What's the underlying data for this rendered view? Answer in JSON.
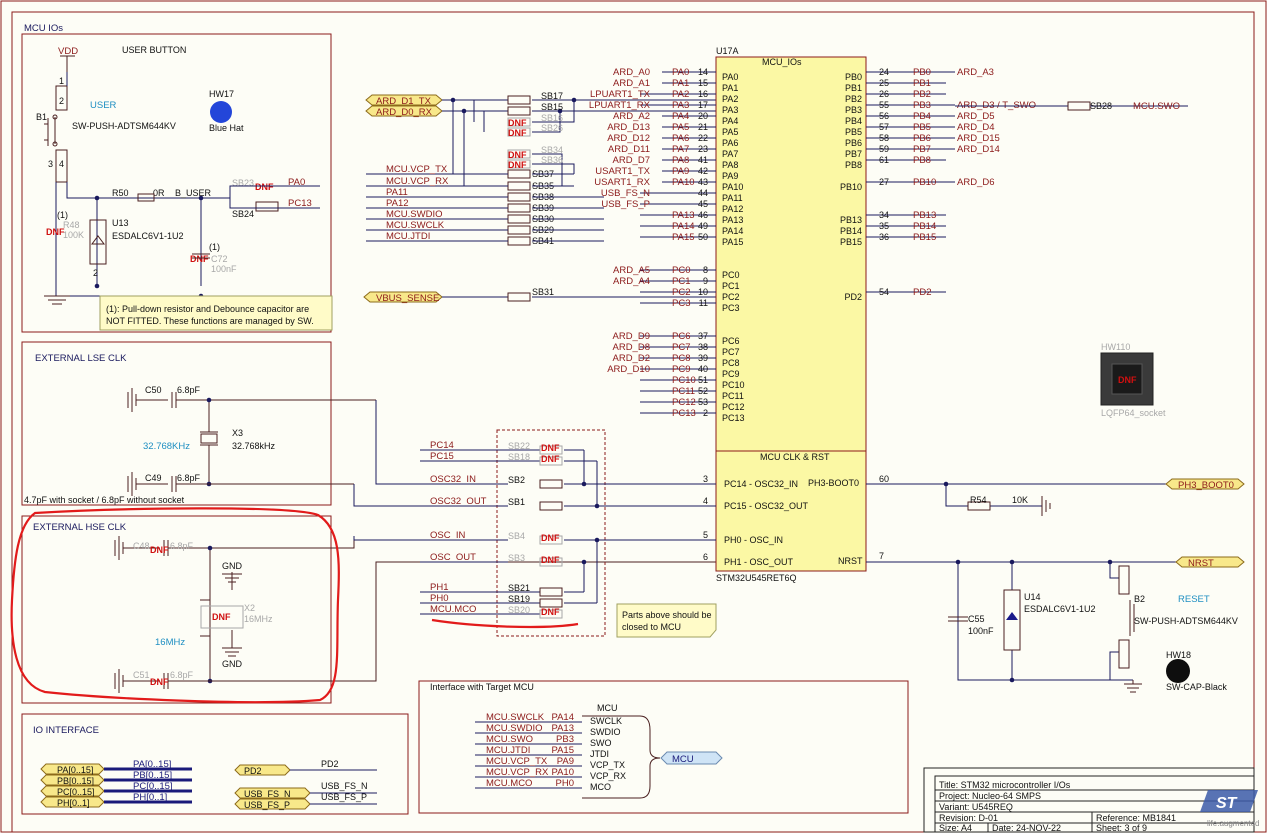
{
  "sheet_title": "MCU IOs",
  "user_button": {
    "title": "USER BUTTON",
    "vdd": "VDD",
    "user_label": "USER",
    "b1": "B1",
    "switch": "SW-PUSH-ADTSM644KV",
    "hw17": "HW17",
    "blue_hat": "Blue Hat",
    "r50": "R50",
    "r50_val": "0R",
    "b_user": "B_USER",
    "sb23": "SB23",
    "sb24": "SB24",
    "pa0": "PA0",
    "pc13": "PC13",
    "dnf": "DNF",
    "r48": "R48",
    "r48_val": "100K",
    "u13": "U13",
    "u13_part": "ESDALC6V1-1U2",
    "c72": "C72",
    "c72_val": "100nF",
    "note_mark": "(1)",
    "pin1": "1",
    "pin2": "2",
    "pin3": "3",
    "pin4": "4",
    "note": [
      "(1): Pull-down resistor and Debounce capacitor are",
      "NOT FITTED. These functions are managed by SW."
    ]
  },
  "lse": {
    "title": "EXTERNAL LSE CLK",
    "c50": "C50",
    "c50_val": "6.8pF",
    "c49": "C49",
    "c49_val": "6.8pF",
    "x3": "X3",
    "x3_val": "32.768kHz",
    "freq": "32.768KHz",
    "note": "4.7pF with socket / 6.8pF without socket"
  },
  "hse": {
    "title": "EXTERNAL HSE CLK",
    "c48": "C48",
    "c48_val": "6.8pF",
    "c51": "C51",
    "c51_val": "6.8pF",
    "x2": "X2",
    "x2_val": "16MHz",
    "freq": "16MHz",
    "gnd": "GND",
    "dnf": "DNF"
  },
  "io_interface": {
    "title": "IO INTERFACE",
    "ports": [
      "PA[0..15]",
      "PB[0..15]",
      "PC[0..15]",
      "PH[0..1]"
    ],
    "pd2": "PD2",
    "usb_n": "USB_FS_N",
    "usb_p": "USB_FS_P"
  },
  "u17a": {
    "ref": "U17A",
    "title": "MCU_IOs",
    "clk_title": "MCU CLK & RST",
    "part": "STM32U545RET6Q",
    "left_pins": [
      [
        "PA0",
        "14",
        "PA0",
        "ARD_A0"
      ],
      [
        "PA1",
        "15",
        "PA1",
        "ARD_A1"
      ],
      [
        "PA2",
        "16",
        "PA2",
        "LPUART1_TX"
      ],
      [
        "PA3",
        "17",
        "PA3",
        "LPUART1_RX"
      ],
      [
        "PA4",
        "20",
        "PA4",
        "ARD_A2"
      ],
      [
        "PA5",
        "21",
        "PA5",
        "ARD_D13"
      ],
      [
        "PA6",
        "22",
        "PA6",
        "ARD_D12"
      ],
      [
        "PA7",
        "23",
        "PA7",
        "ARD_D11"
      ],
      [
        "PA8",
        "41",
        "PA8",
        "ARD_D7"
      ],
      [
        "PA9",
        "42",
        "PA9",
        "USART1_TX"
      ],
      [
        "PA10",
        "43",
        "PA10",
        "USART1_RX"
      ],
      [
        "PA11",
        "44",
        "",
        "USB_FS_N"
      ],
      [
        "PA12",
        "45",
        "",
        "USB_FS_P"
      ],
      [
        "PA13",
        "46",
        "PA13",
        ""
      ],
      [
        "PA14",
        "49",
        "PA14",
        ""
      ],
      [
        "PA15",
        "50",
        "PA15",
        ""
      ],
      [
        "PC0",
        "8",
        "PC0",
        "ARD_A5"
      ],
      [
        "PC1",
        "9",
        "PC1",
        "ARD_A4"
      ],
      [
        "PC2",
        "10",
        "PC2",
        ""
      ],
      [
        "PC3",
        "11",
        "PC3",
        ""
      ],
      [
        "PC6",
        "37",
        "PC6",
        "ARD_D9"
      ],
      [
        "PC7",
        "38",
        "PC7",
        "ARD_D8"
      ],
      [
        "PC8",
        "39",
        "PC8",
        "ARD_D2"
      ],
      [
        "PC9",
        "40",
        "PC9",
        "ARD_D10"
      ],
      [
        "PC10",
        "51",
        "PC10",
        ""
      ],
      [
        "PC11",
        "52",
        "PC11",
        ""
      ],
      [
        "PC12",
        "53",
        "PC12",
        ""
      ],
      [
        "PC13",
        "2",
        "PC13",
        ""
      ]
    ],
    "right_pins": [
      [
        "PB0",
        "24",
        "PB0",
        "ARD_A3"
      ],
      [
        "PB1",
        "25",
        "PB1",
        ""
      ],
      [
        "PB2",
        "26",
        "PB2",
        ""
      ],
      [
        "PB3",
        "55",
        "PB3",
        "ARD_D3 / T_SWO"
      ],
      [
        "PB4",
        "56",
        "PB4",
        "ARD_D5"
      ],
      [
        "PB5",
        "57",
        "PB5",
        "ARD_D4"
      ],
      [
        "PB6",
        "58",
        "PB6",
        "ARD_D15"
      ],
      [
        "PB7",
        "59",
        "PB7",
        "ARD_D14"
      ],
      [
        "PB8",
        "61",
        "PB8",
        ""
      ],
      [
        "PB10",
        "27",
        "PB10",
        "ARD_D6"
      ],
      [
        "PB13",
        "34",
        "PB13",
        ""
      ],
      [
        "PB14",
        "35",
        "PB14",
        ""
      ],
      [
        "PB15",
        "36",
        "PB15",
        ""
      ],
      [
        "PD2",
        "54",
        "PD2",
        ""
      ]
    ],
    "clk_pins": [
      [
        "PC14 - OSC32_IN",
        "3"
      ],
      [
        "PC15 - OSC32_OUT",
        "4"
      ],
      [
        "PH0 - OSC_IN",
        "5"
      ],
      [
        "PH1 - OSC_OUT",
        "6"
      ]
    ],
    "boot": [
      "PH3-BOOT0",
      "60"
    ],
    "nrst": [
      "NRST",
      "7"
    ]
  },
  "left_nets": {
    "ard_d1": "ARD_D1_TX",
    "ard_d0": "ARD_D0_RX",
    "vbus": "VBUS_SENSE",
    "nets": [
      "MCU.VCP_TX",
      "MCU.VCP_RX",
      "PA11",
      "PA12",
      "MCU.SWDIO",
      "MCU.SWCLK",
      "MCU.JTDI"
    ],
    "sb_top": [
      "SB17",
      "SB15",
      "SB16",
      "SB26",
      "SB34",
      "SB36"
    ],
    "sb_mid": [
      "SB37",
      "SB35",
      "SB38",
      "SB39",
      "SB30",
      "SB29",
      "SB41"
    ],
    "sb31": "SB31",
    "dnf": "DNF"
  },
  "clk_nets": {
    "nets": [
      "PC14",
      "PC15",
      "OSC32_IN",
      "OSC32_OUT",
      "OSC_IN",
      "OSC_OUT",
      "PH1",
      "PH0",
      "MCU.MCO"
    ],
    "sbs": [
      "SB22",
      "SB18",
      "SB2",
      "SB1",
      "SB4",
      "SB3",
      "SB21",
      "SB19",
      "SB20"
    ],
    "note": [
      "Parts above should be",
      "closed to MCU"
    ],
    "dnf": "DNF"
  },
  "right_side": {
    "sb28": "SB28",
    "mcu_swo": "MCU.SWO",
    "hw110": "HW110",
    "lqfp": "LQFP64_socket",
    "boot0": "PH3_BOOT0",
    "r54": "R54",
    "r54_val": "10K",
    "nrst": "NRST",
    "c55": "C55",
    "c55_val": "100nF",
    "u14": "U14",
    "u14_part": "ESDALC6V1-1U2",
    "b2": "B2",
    "b2_part": "SW-PUSH-ADTSM644KV",
    "reset": "RESET",
    "hw18": "HW18",
    "hw18_part": "SW-CAP-Black",
    "dnf": "DNF"
  },
  "mcu_interface": {
    "title": "Interface with Target MCU",
    "mcu": "MCU",
    "bubble": "MCU",
    "rows": [
      [
        "MCU.SWCLK",
        "PA14",
        "SWCLK"
      ],
      [
        "MCU.SWDIO",
        "PA13",
        "SWDIO"
      ],
      [
        "MCU.SWO",
        "PB3",
        "SWO"
      ],
      [
        "MCU.JTDI",
        "PA15",
        "JTDI"
      ],
      [
        "MCU.VCP_TX",
        "PA9",
        "VCP_TX"
      ],
      [
        "MCU.VCP_RX",
        "PA10",
        "VCP_RX"
      ],
      [
        "MCU.MCO",
        "PH0",
        "MCO"
      ]
    ]
  },
  "title_block": {
    "title": "Title:  STM32 microcontroller I/Os",
    "project": "Project:  Nucleo-64 SMPS",
    "variant": "Variant:  U545REQ",
    "revision": "Revision:  D-01",
    "reference": "Reference:  MB1841",
    "size": "Size:  A4",
    "date": "Date:  24-NOV-22",
    "sheet": "Sheet:  3   of   9",
    "logo": "ST",
    "watermark": [
      "life.augmented"
    ]
  }
}
